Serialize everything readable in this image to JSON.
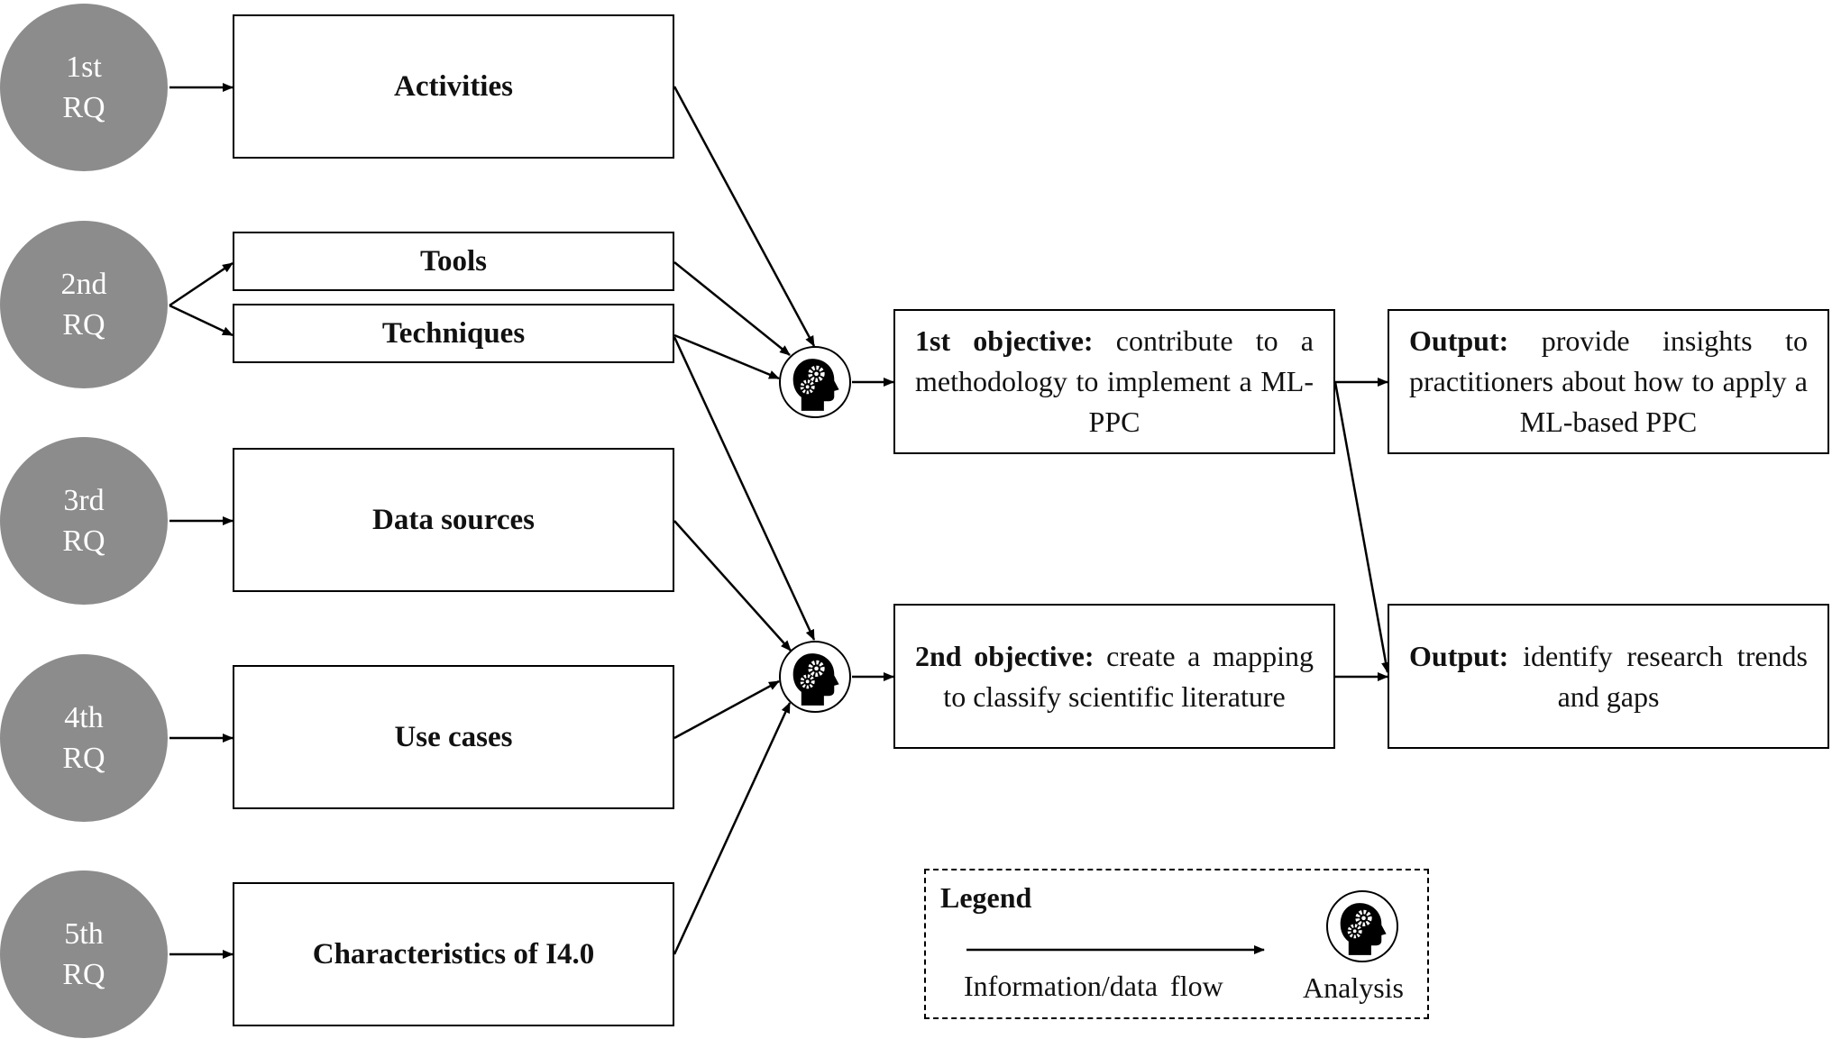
{
  "research_questions": [
    {
      "number": "1st",
      "suffix": "RQ"
    },
    {
      "number": "2nd",
      "suffix": "RQ"
    },
    {
      "number": "3rd",
      "suffix": "RQ"
    },
    {
      "number": "4th",
      "suffix": "RQ"
    },
    {
      "number": "5th",
      "suffix": "RQ"
    }
  ],
  "topics": [
    "Activities",
    "Tools",
    "Techniques",
    "Data sources",
    "Use cases",
    "Characteristics of I4.0"
  ],
  "objectives": [
    {
      "head": "1st objective:",
      "text": "contribute to a methodology to implement a ML-PPC"
    },
    {
      "head": "2nd objective:",
      "text": "create a mapping to classify scientific literature"
    }
  ],
  "outputs": [
    {
      "head": "Output:",
      "text": "provide insights to practitioners about how to apply a ML-based PPC"
    },
    {
      "head": "Output:",
      "text": "identify research trends and gaps"
    }
  ],
  "legend": {
    "title": "Legend",
    "flow_label": "Information/data flow",
    "analysis_label": "Analysis",
    "analysis_icon": "head-with-gears-icon"
  }
}
